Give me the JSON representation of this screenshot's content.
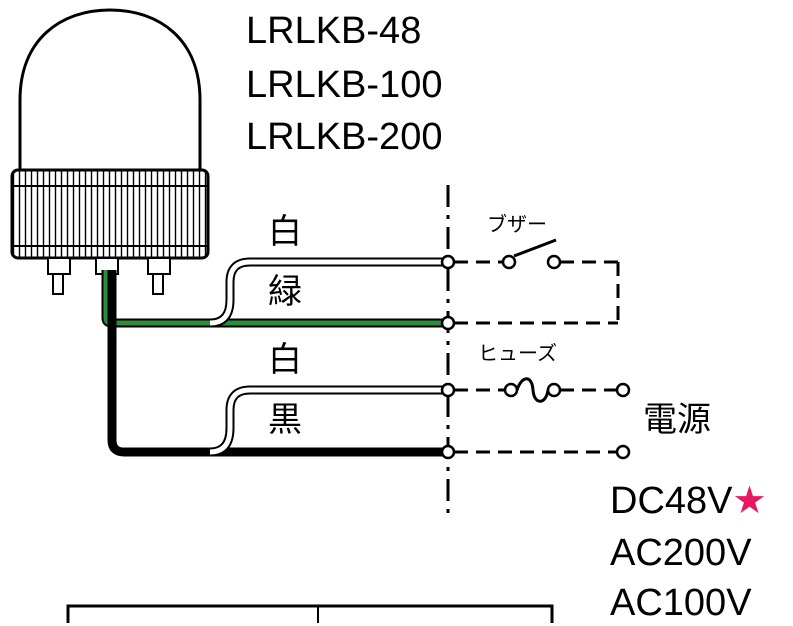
{
  "models": [
    "LRLKB-48",
    "LRLKB-100",
    "LRLKB-200"
  ],
  "wires": {
    "white_top": "白",
    "green": "緑",
    "white_bottom": "白",
    "black": "黒"
  },
  "components": {
    "buzzer": "ブザー",
    "fuse": "ヒューズ"
  },
  "power": {
    "label": "電源",
    "voltages": [
      {
        "text": "DC48V",
        "mark": "★"
      },
      {
        "text": "AC200V",
        "mark": ""
      },
      {
        "text": "AC100V",
        "mark": ""
      }
    ]
  },
  "colors": {
    "green_wire": "#2e8b3a",
    "black_wire": "#000000",
    "star": "#e6195f"
  }
}
